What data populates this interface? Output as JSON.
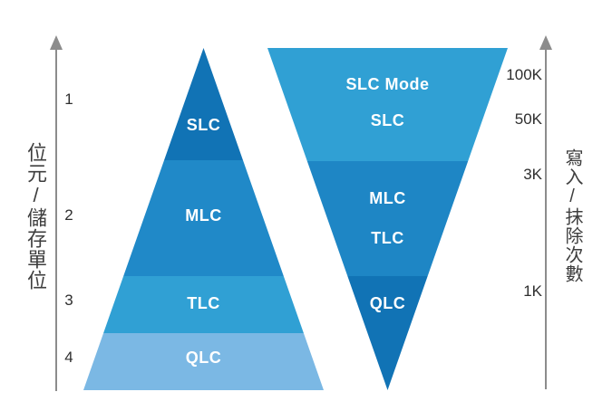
{
  "diagram": {
    "background_color": "#ffffff",
    "axis_color": "#8c8c8c",
    "left_axis": {
      "label": "位元/儲存單位",
      "ticks": [
        "1",
        "2",
        "3",
        "4"
      ]
    },
    "right_axis": {
      "label": "寫入/抹除次數",
      "ticks": [
        "100K",
        "50K",
        "3K",
        "1K"
      ]
    },
    "pyramid": {
      "description": "bits-per-cell pyramid",
      "segments": [
        {
          "label": "SLC",
          "color": "#1173b5"
        },
        {
          "label": "MLC",
          "color": "#2089c8"
        },
        {
          "label": "TLC",
          "color": "#30a0d4"
        },
        {
          "label": "QLC",
          "color": "#7bb8e4"
        }
      ]
    },
    "funnel": {
      "description": "program-erase endurance funnel",
      "segments": [
        {
          "lines": [
            "SLC Mode",
            "SLC"
          ],
          "color": "#30a0d4"
        },
        {
          "lines": [
            "MLC",
            "TLC"
          ],
          "color": "#1e86c5"
        },
        {
          "lines": [
            "QLC"
          ],
          "color": "#1173b5"
        }
      ]
    }
  }
}
